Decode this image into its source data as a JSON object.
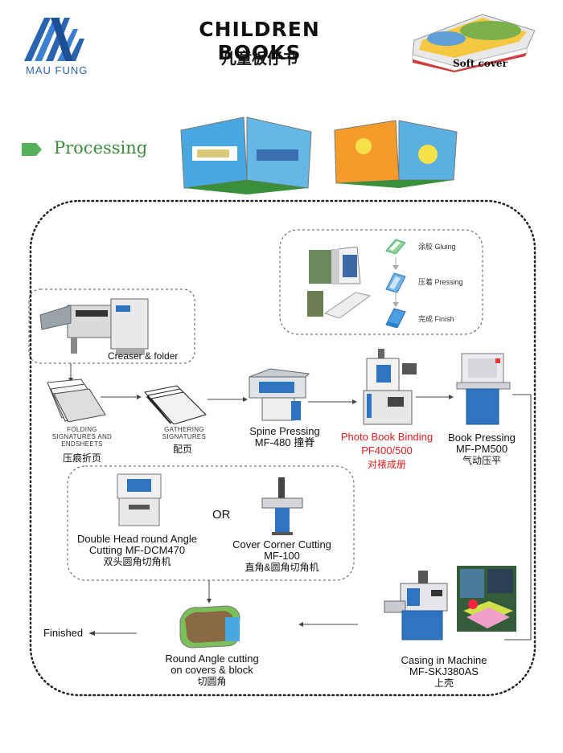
{
  "brand": {
    "name": "MAU FUNG",
    "accent": "#2a63b0"
  },
  "header": {
    "title_en": "CHILDREN BOOKS",
    "title_cn": "儿童板仔书",
    "soft_cover_label": "Soft cover"
  },
  "section": {
    "title": "Processing",
    "accent": "#3d8a3d"
  },
  "creaser": {
    "label": "Creaser & folder"
  },
  "folding": {
    "caption": "FOLDING SIGNATURES AND ENDSHEETS",
    "cn": "压痕折页"
  },
  "gathering": {
    "caption": "GATHERING SIGNATURES",
    "cn": "配页"
  },
  "spine": {
    "name": "Spine Pressing",
    "model": "MF-480",
    "cn": "撞脊"
  },
  "binding": {
    "name": "Photo Book Binding",
    "model": "PF400/500",
    "cn": "对裱成册"
  },
  "pressing": {
    "name": "Book Pressing",
    "model": "MF-PM500",
    "cn": "气动压平"
  },
  "binding_steps": [
    {
      "cn": "涂胶",
      "en": "Gluing"
    },
    {
      "cn": "压着",
      "en": "Pressing"
    },
    {
      "cn": "完成",
      "en": "Finish"
    }
  ],
  "or_label": "OR",
  "double_head": {
    "name": "Double Head round Angle",
    "line2": "Cutting MF-DCM470",
    "cn": "双头圆角切角机"
  },
  "cover_corner": {
    "name": "Cover Corner Cutting",
    "model": "MF-100",
    "cn": "直角&圆角切角机"
  },
  "round_angle": {
    "name": "Round Angle cutting",
    "line2": "on covers & block",
    "cn": "切圆角"
  },
  "casing": {
    "name": "Casing in Machine",
    "model": "MF-SKJ380AS",
    "cn": "上壳"
  },
  "finished": {
    "label": "Finished"
  }
}
